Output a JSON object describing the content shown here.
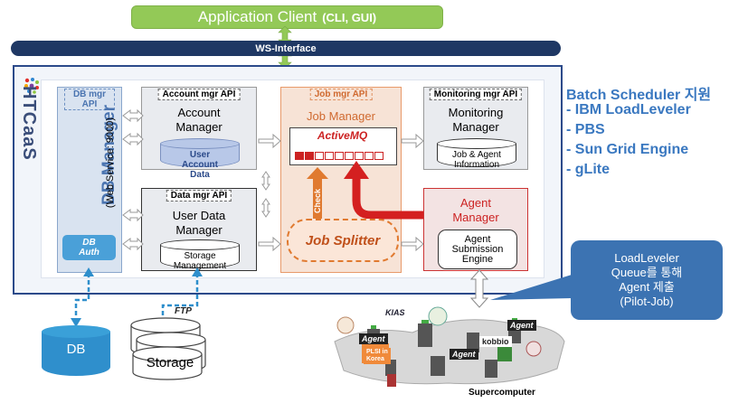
{
  "app_client": {
    "label": "Application Client",
    "sub": "(CLI, GUI)"
  },
  "ws_interface": {
    "label": "WS-Interface"
  },
  "htcaas": {
    "label": "HTCaaS"
  },
  "db_manager": {
    "api": "DB mgr API",
    "name": "DB Manager",
    "service": "(Web Service: 9000)",
    "auth": "DB Auth"
  },
  "account_manager": {
    "api": "Account mgr API",
    "name": "Account Manager",
    "store": "User Account Data"
  },
  "data_manager": {
    "api": "Data mgr API",
    "name": "User Data Manager",
    "store": "Storage Management"
  },
  "job_manager": {
    "api": "Job mgr API",
    "name": "Job Manager",
    "queue": "ActiveMQ",
    "check": "Check",
    "splitter": "Job Splitter"
  },
  "monitoring_manager": {
    "api": "Monitoring mgr API",
    "name": "Monitoring Manager",
    "store": "Job & Agent Information"
  },
  "agent_manager": {
    "name": "Agent Manager",
    "engine": "Agent Submission Engine"
  },
  "scheduler": {
    "title": "Batch Scheduler 지원",
    "items": [
      "-   IBM LoadLeveler",
      "-   PBS",
      "-   Sun Grid Engine",
      "-   gLite"
    ]
  },
  "callout": {
    "lines": [
      "LoadLeveler",
      "Queue를 통해",
      "Agent 제출",
      "(Pilot-Job)"
    ]
  },
  "storage": {
    "db": "DB",
    "storage": "Storage",
    "ftp": "FTP"
  },
  "supercomputer": {
    "label": "Supercomputer",
    "tags": [
      "KIAS",
      "Agent",
      "Agent",
      "Agent",
      "PLSI in Korea",
      "kobbio"
    ]
  },
  "colors": {
    "client": "#93c957",
    "ws": "#1f3864",
    "accent": "#3a78c0",
    "job": "#e07a30",
    "alert": "#cc2222"
  }
}
